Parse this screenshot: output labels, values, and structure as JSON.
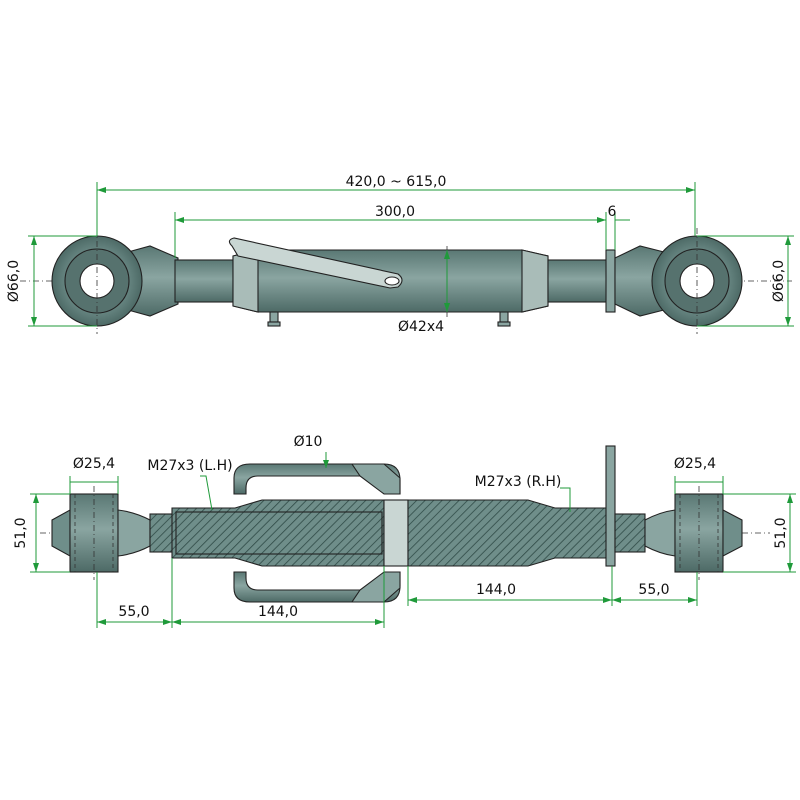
{
  "top_view": {
    "overall_length": "420,0 ~ 615,0",
    "tube_length": "300,0",
    "flange_thickness": "6",
    "left_eye_diameter": "Ø66,0",
    "right_eye_diameter": "Ø66,0",
    "tube_diameter": "Ø42x4"
  },
  "section_view": {
    "left_bore": "Ø25,4",
    "right_bore": "Ø25,4",
    "handle_diameter": "Ø10",
    "left_thread": "M27x3 (L.H)",
    "right_thread": "M27x3 (R.H)",
    "left_ball_width": "51,0",
    "right_ball_width": "51,0",
    "left_offset": "55,0",
    "left_thread_length": "144,0",
    "right_thread_length": "144,0",
    "right_offset": "55,0"
  },
  "colors": {
    "steel": "#6f8e8a",
    "dimension": "#1f9a3a",
    "outline": "#222222"
  }
}
